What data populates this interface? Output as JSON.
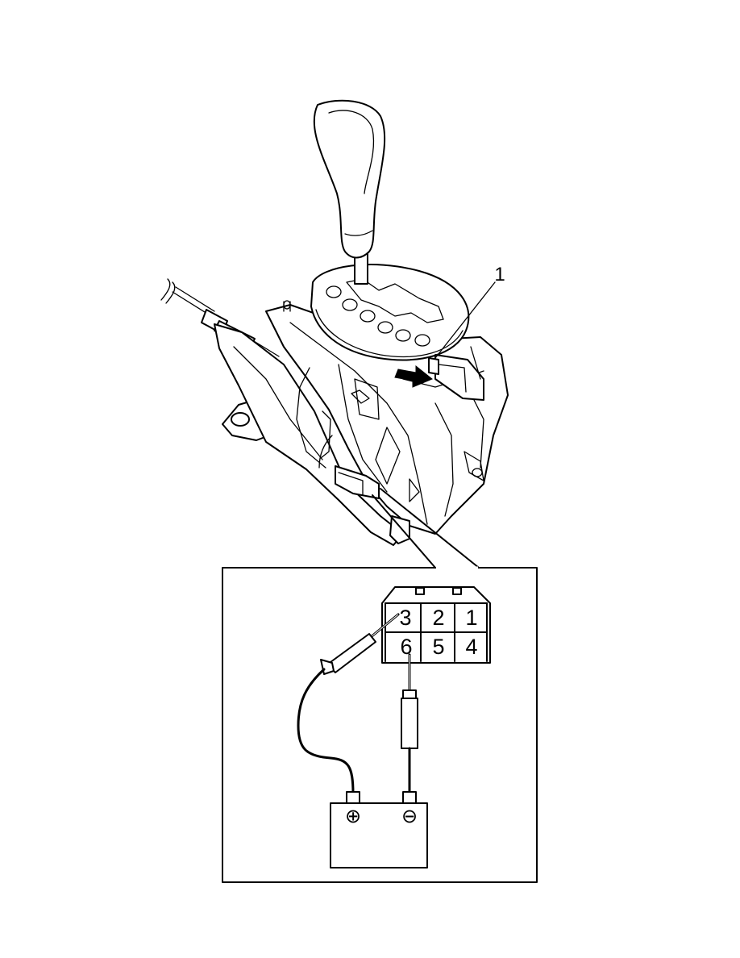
{
  "callout": {
    "label": "1"
  },
  "connector": {
    "pins": [
      {
        "label": "3"
      },
      {
        "label": "2"
      },
      {
        "label": "1"
      },
      {
        "label": "6"
      },
      {
        "label": "5"
      },
      {
        "label": "4"
      }
    ]
  },
  "battery": {
    "positive_symbol": "⊕",
    "negative_symbol": "⊖"
  }
}
